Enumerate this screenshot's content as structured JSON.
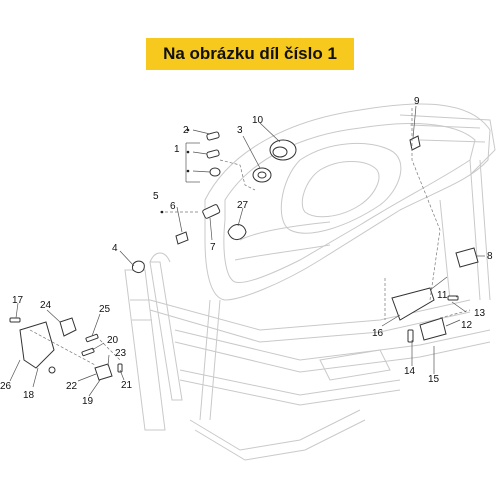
{
  "banner": {
    "text": "Na obrázku díl číslo 1",
    "color": "#f7c81e"
  },
  "callouts": [
    "1",
    "2",
    "3",
    "4",
    "5",
    "6",
    "7",
    "8",
    "9",
    "10",
    "11",
    "12",
    "13",
    "14",
    "15",
    "16",
    "17",
    "18",
    "19",
    "20",
    "21",
    "22",
    "23",
    "24",
    "25",
    "26",
    "27"
  ],
  "icons": [
    "scooter-frame-drawing"
  ]
}
